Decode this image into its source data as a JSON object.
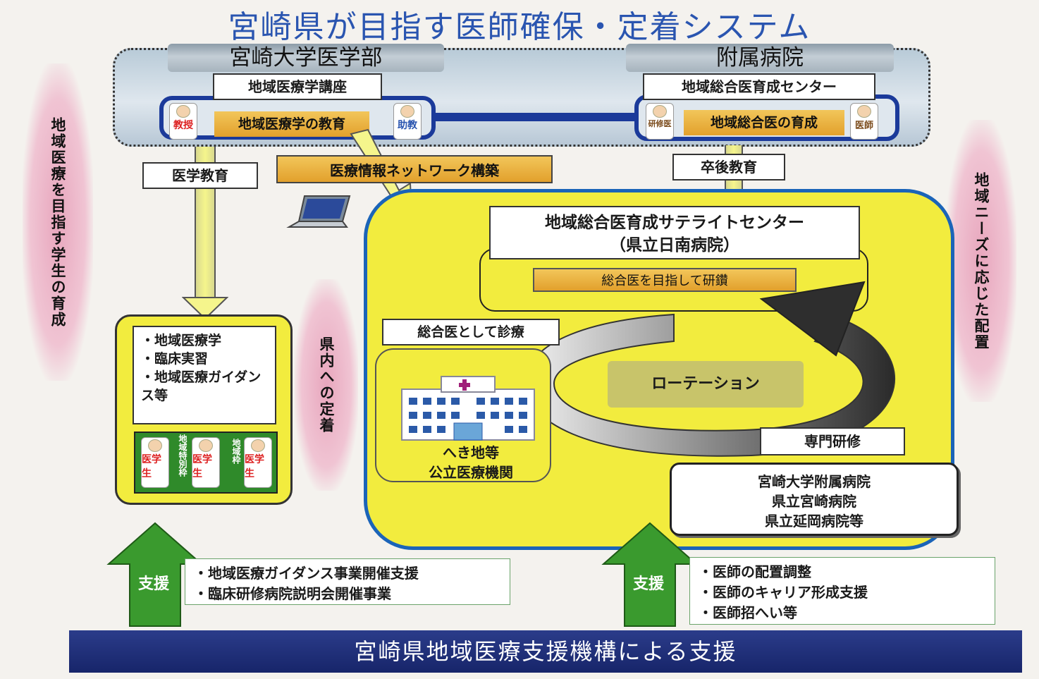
{
  "title": "宮崎県が目指す医師確保・定着システム",
  "univ": {
    "left_header": "宮崎大学医学部",
    "right_header": "附属病院",
    "left_box": "地域医療学講座",
    "right_box": "地域総合医育成センター",
    "left_bar": "地域医療学の教育",
    "right_bar": "地域総合医の育成",
    "left_avatar_1": "教授",
    "left_avatar_2": "助教",
    "right_avatar_1": "研修医",
    "right_avatar_2": "医師"
  },
  "labels": {
    "medical_education": "医学教育",
    "network": "医療情報ネットワーク構築",
    "postgrad": "卒後教育"
  },
  "side": {
    "left": "地域医療を目指す学生の育成",
    "right": "地域ニーズに応じた配置",
    "middle": "県内への定着"
  },
  "left_panel": {
    "list": [
      "・地域医療学",
      "・臨床実習",
      "・地域医療ガイダンス等"
    ],
    "student_label": "医学生",
    "tag_1": "地域特別枠",
    "tag_2": "地域枠"
  },
  "satellite": {
    "title_line1": "地域総合医育成サテライトセンター",
    "title_line2": "（県立日南病院）",
    "bar": "総合医を目指して研鑽"
  },
  "rural": {
    "header": "総合医として診療",
    "line1": "へき地等",
    "line2": "公立医療機関"
  },
  "rotation": "ローテーション",
  "specialty": {
    "header": "専門研修",
    "hospitals": [
      "宮崎大学附属病院",
      "県立宮崎病院",
      "県立延岡病院等"
    ]
  },
  "support": {
    "arrow_label": "支援",
    "left_items": [
      "・地域医療ガイダンス事業開催支援",
      "・臨床研修病院説明会開催事業"
    ],
    "right_items": [
      "・医師の配置調整",
      "・医師のキャリア形成支援",
      "・医師招へい等"
    ]
  },
  "footer": "宮崎県地域医療支援機構による支援",
  "colors": {
    "title": "#2a55b0",
    "yellow": "#f2ec3e",
    "navy": "#1b2a78",
    "orange": "#e8ac38",
    "green": "#3a9a2e"
  }
}
